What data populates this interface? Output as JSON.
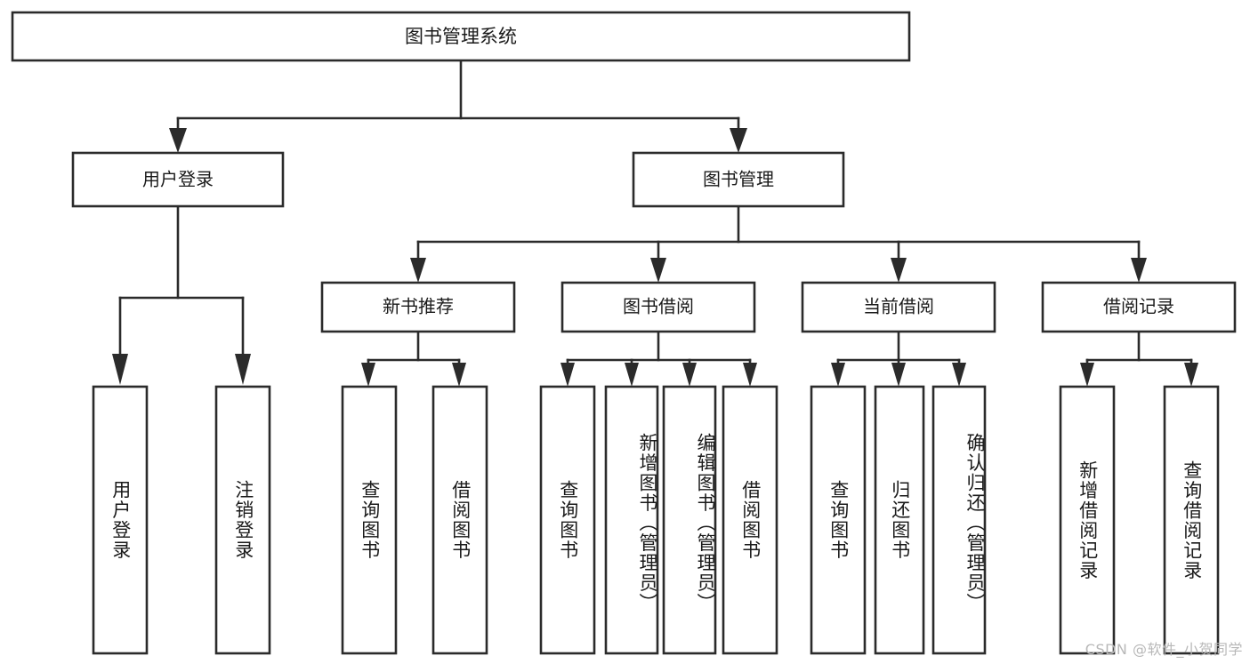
{
  "diagram": {
    "type": "tree",
    "title": "图书管理系统",
    "watermark": "CSDN @软件_小贺同学",
    "colors": {
      "box_stroke": "#2b2b2b",
      "box_fill": "#ffffff",
      "text": "#1a1a1a",
      "background": "#ffffff",
      "watermark": "#b8b8b8"
    },
    "levels": {
      "root": "图书管理系统",
      "level2": [
        "用户登录",
        "图书管理"
      ],
      "level3": [
        "新书推荐",
        "图书借阅",
        "当前借阅",
        "借阅记录"
      ]
    },
    "nodes": {
      "root": {
        "label": "图书管理系统"
      },
      "user_login": {
        "label": "用户登录"
      },
      "book_manage": {
        "label": "图书管理"
      },
      "new_book_rec": {
        "label": "新书推荐"
      },
      "book_borrow": {
        "label": "图书借阅"
      },
      "current_borrow": {
        "label": "当前借阅"
      },
      "borrow_record": {
        "label": "借阅记录"
      }
    },
    "leaves": {
      "user_login": [
        {
          "label": "用户登录"
        },
        {
          "label": "注销登录"
        }
      ],
      "new_book_rec": [
        {
          "label": "查询图书"
        },
        {
          "label": "借阅图书"
        }
      ],
      "book_borrow": [
        {
          "label": "查询图书"
        },
        {
          "label": "新增图书（管理员）"
        },
        {
          "label": "编辑图书（管理员）"
        },
        {
          "label": "借阅图书"
        }
      ],
      "current_borrow": [
        {
          "label": "查询图书"
        },
        {
          "label": "归还图书"
        },
        {
          "label": "确认归还（管理员）"
        }
      ],
      "borrow_record": [
        {
          "label": "新增借阅记录"
        },
        {
          "label": "查询借阅记录"
        }
      ]
    }
  }
}
